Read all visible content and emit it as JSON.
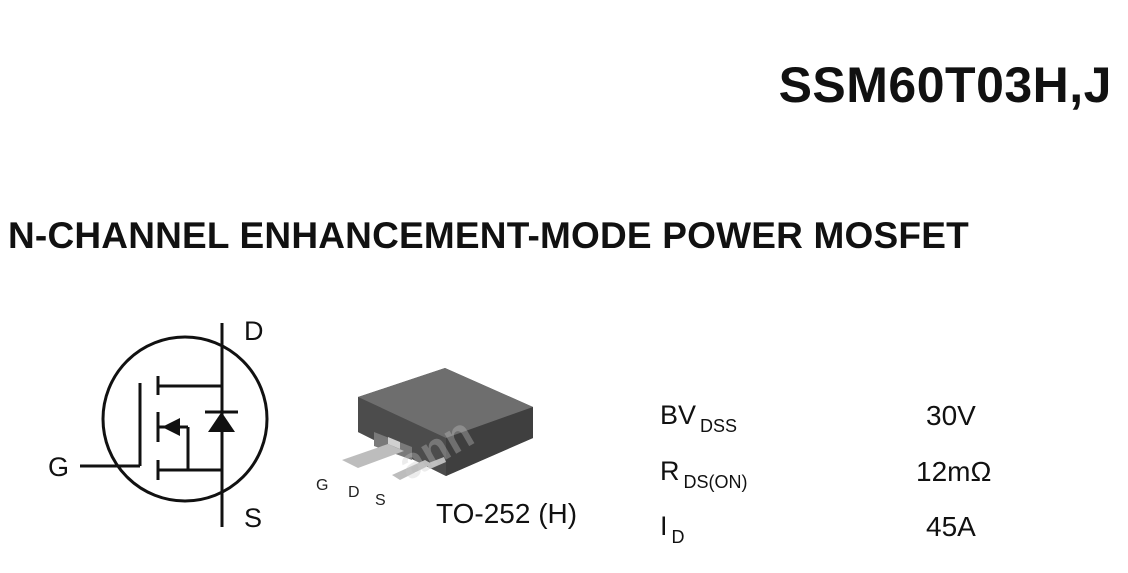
{
  "header": {
    "part_number": "SSM60T03H,J"
  },
  "subtitle": "N-CHANNEL ENHANCEMENT-MODE POWER MOSFET",
  "symbol": {
    "drain": "D",
    "gate": "G",
    "source": "S"
  },
  "package": {
    "pins": [
      "G",
      "D",
      "S"
    ],
    "name": "TO-252 (H)"
  },
  "params": [
    {
      "main": "BV",
      "sub": "DSS",
      "value": "30V"
    },
    {
      "main": "R",
      "sub": "DS(ON)",
      "value": "12mΩ"
    },
    {
      "main": "I",
      "sub": "D",
      "value": "45A"
    }
  ]
}
